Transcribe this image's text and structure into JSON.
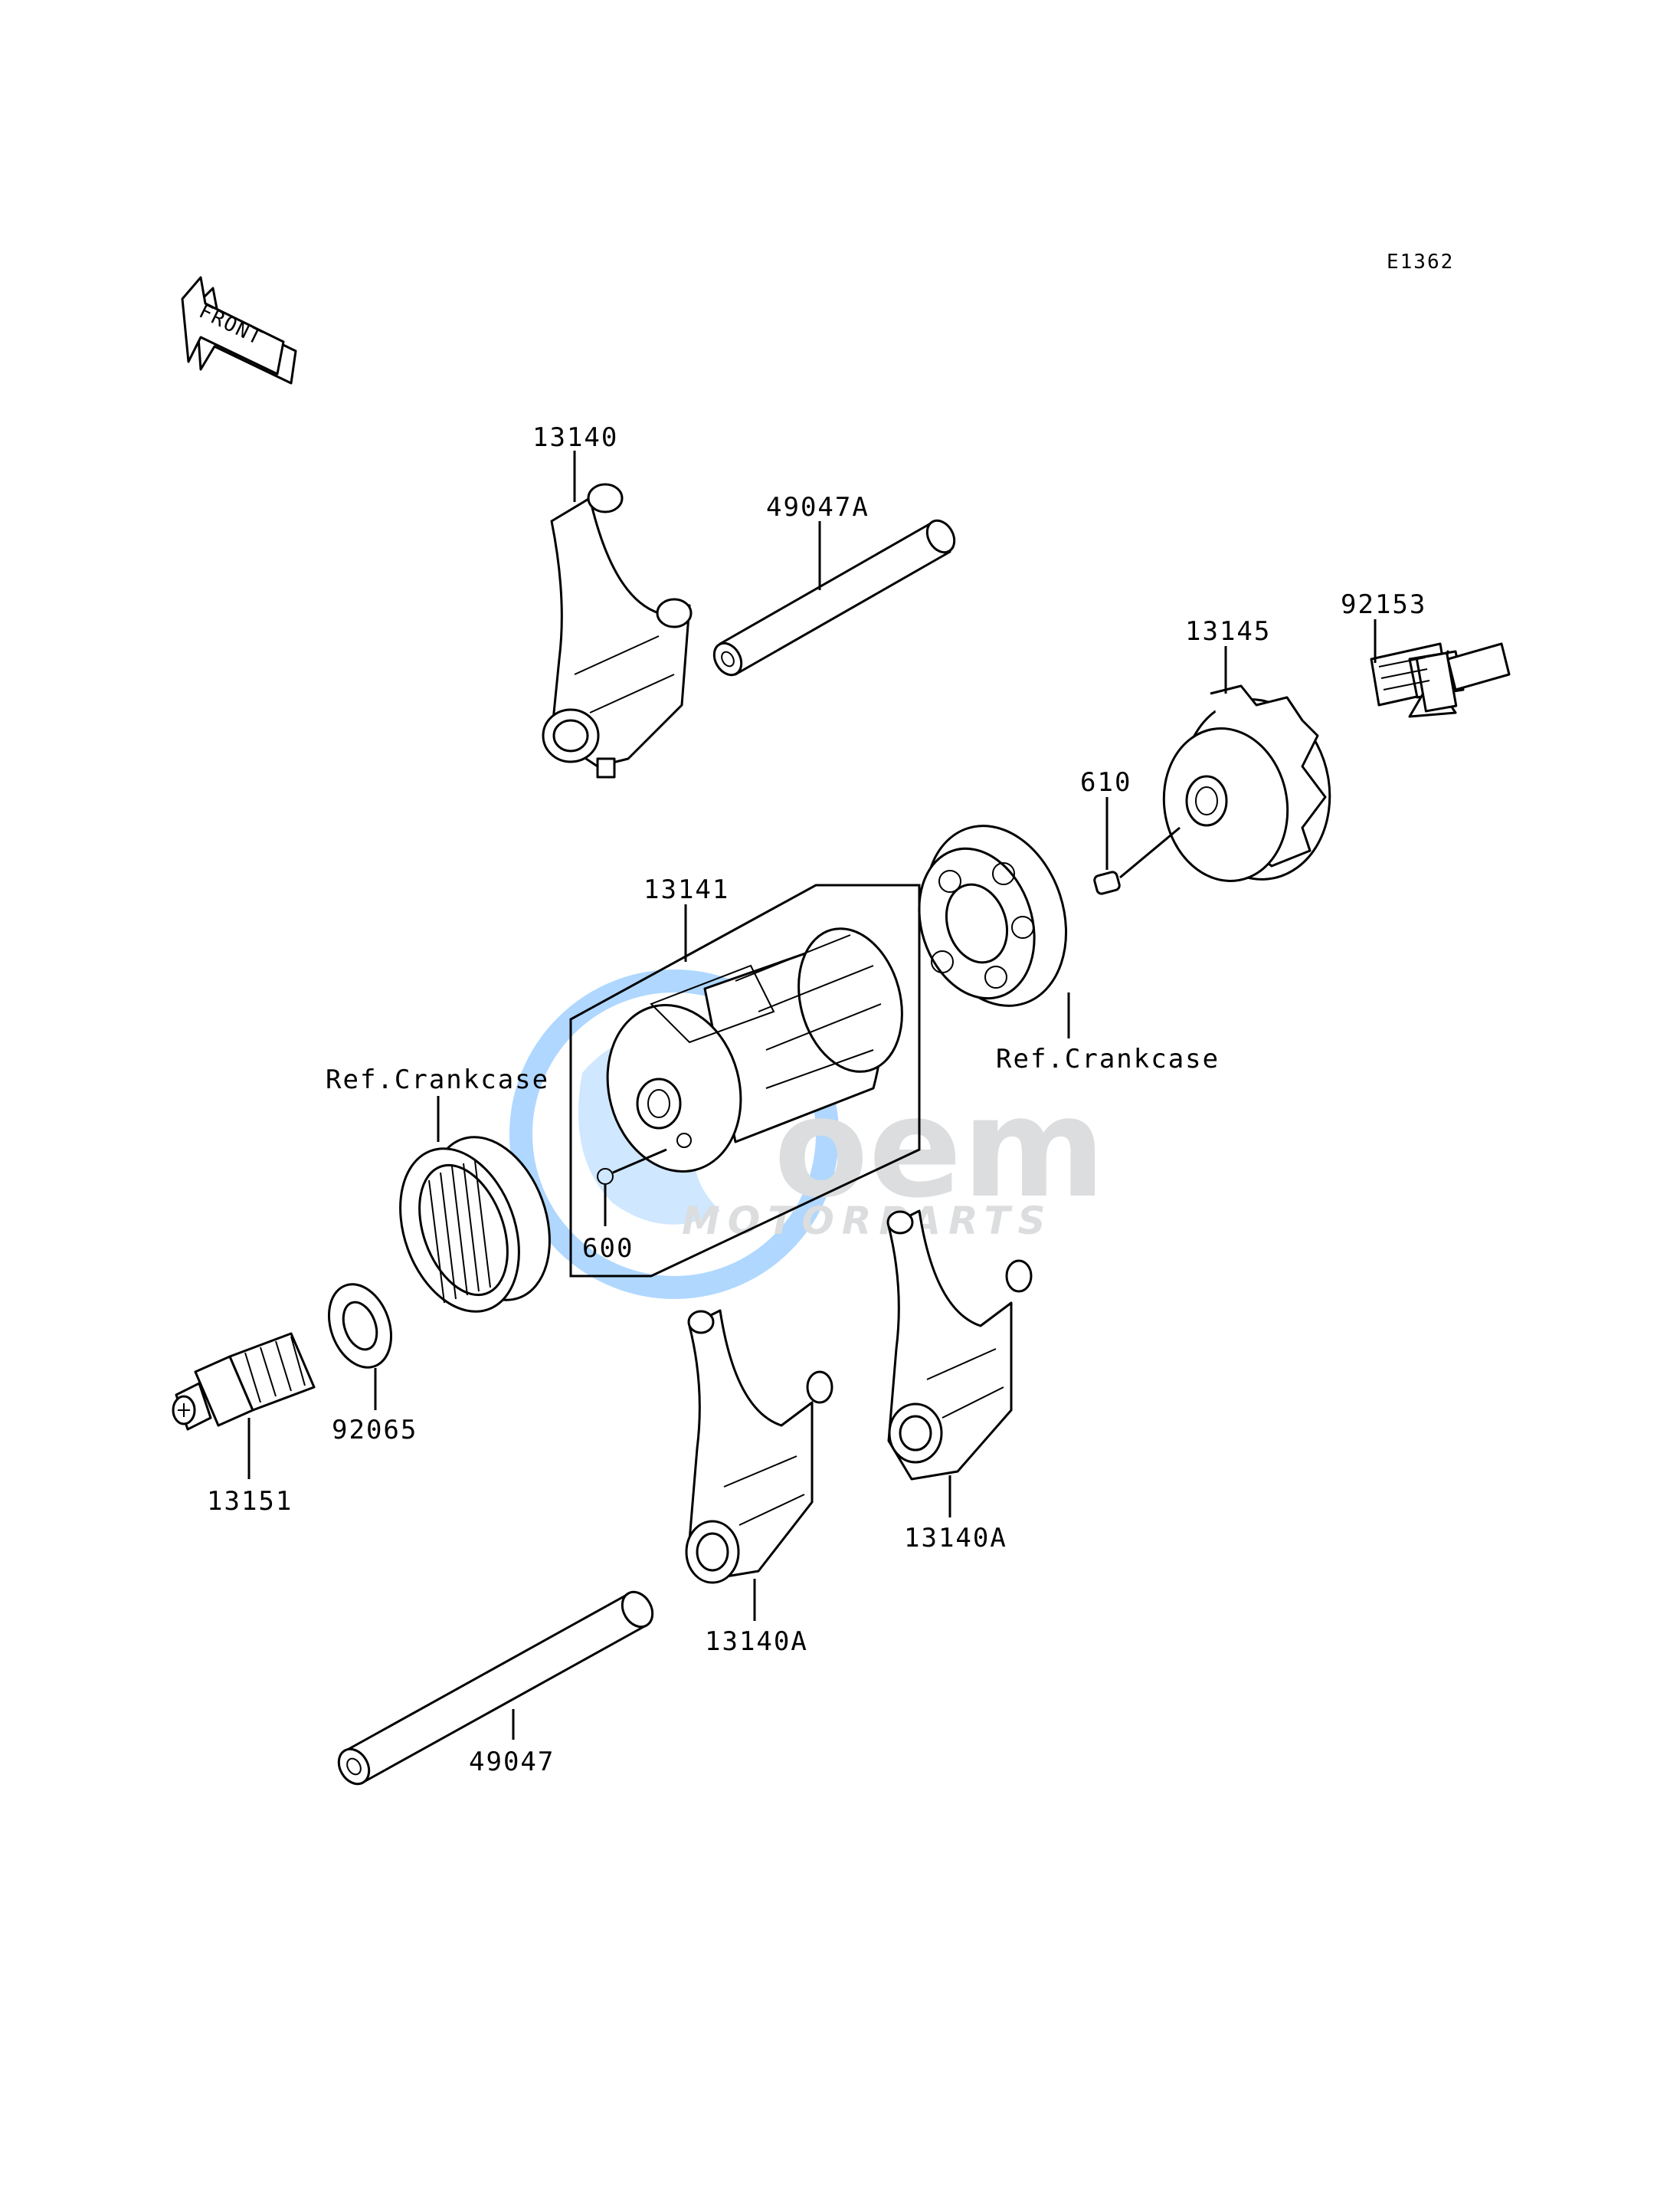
{
  "diagram_code": "E1362",
  "front_arrow_label": "FRONT",
  "watermark": {
    "brand": "oem",
    "sub": "MOTORPARTS",
    "color": "#1e90ff"
  },
  "callouts": {
    "p13140": "13140",
    "p49047A": "49047A",
    "p13145": "13145",
    "p92153": "92153",
    "p610": "610",
    "p13141": "13141",
    "p600": "600",
    "ref_crankcase_right": "Ref.Crankcase",
    "ref_crankcase_left": "Ref.Crankcase",
    "p92065": "92065",
    "p13151": "13151",
    "p13140A_right": "13140A",
    "p13140A_left": "13140A",
    "p49047": "49047"
  }
}
